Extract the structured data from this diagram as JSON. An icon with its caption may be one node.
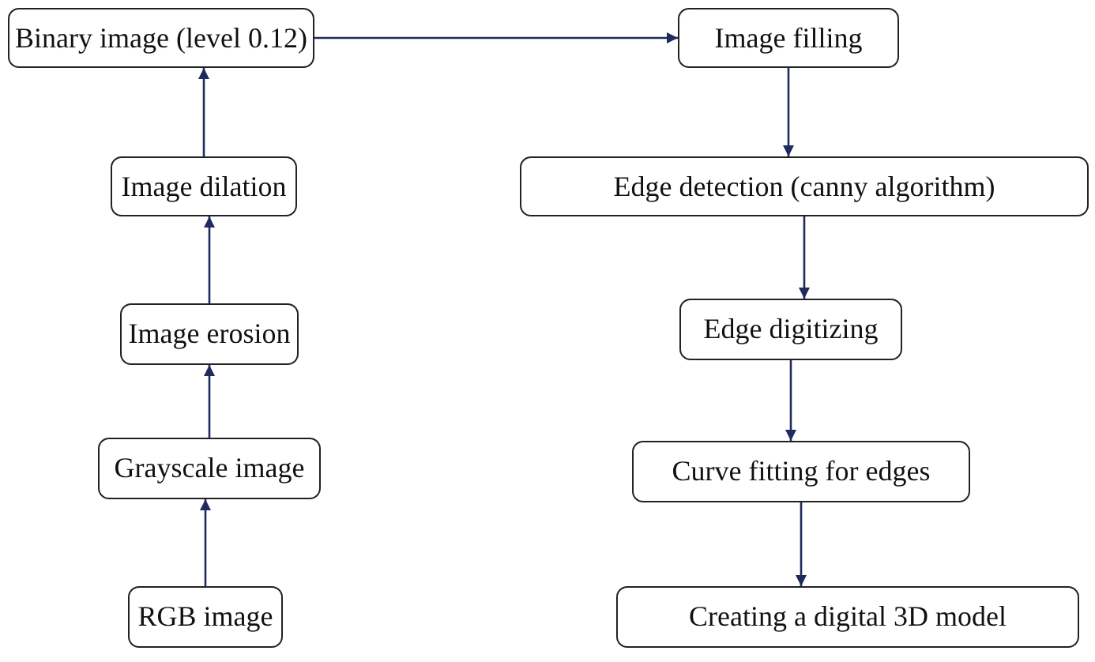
{
  "diagram": {
    "nodes": [
      {
        "text": [
          "RGB image"
        ]
      },
      {
        "text": [
          "Grayscale image"
        ]
      },
      {
        "text": [
          "Image erosion"
        ]
      },
      {
        "text": [
          "Image dilation"
        ]
      },
      {
        "text": [
          "Binary image (level 0.12)"
        ]
      },
      {
        "text": [
          "Image filling"
        ]
      },
      {
        "text": [
          "Edge detection (canny algorithm)"
        ]
      },
      {
        "text": [
          "Edge digitizing"
        ]
      },
      {
        "text": [
          "Curve fitting for edges"
        ]
      },
      {
        "text": [
          "Creating a digital 3D model"
        ]
      }
    ],
    "edges": [
      {
        "from": 0,
        "to": 1,
        "arrow": "to"
      },
      {
        "from": 1,
        "to": 2,
        "arrow": "to"
      },
      {
        "from": 2,
        "to": 3,
        "arrow": "to"
      },
      {
        "from": 3,
        "to": 4,
        "arrow": "to"
      },
      {
        "from": 4,
        "to": 5,
        "arrow": "to"
      },
      {
        "from": 5,
        "to": 6,
        "arrow": "to"
      },
      {
        "from": 6,
        "to": 7,
        "arrow": "to"
      },
      {
        "from": 7,
        "to": 8,
        "arrow": "to"
      },
      {
        "from": 8,
        "to": 9,
        "arrow": "to"
      }
    ]
  }
}
